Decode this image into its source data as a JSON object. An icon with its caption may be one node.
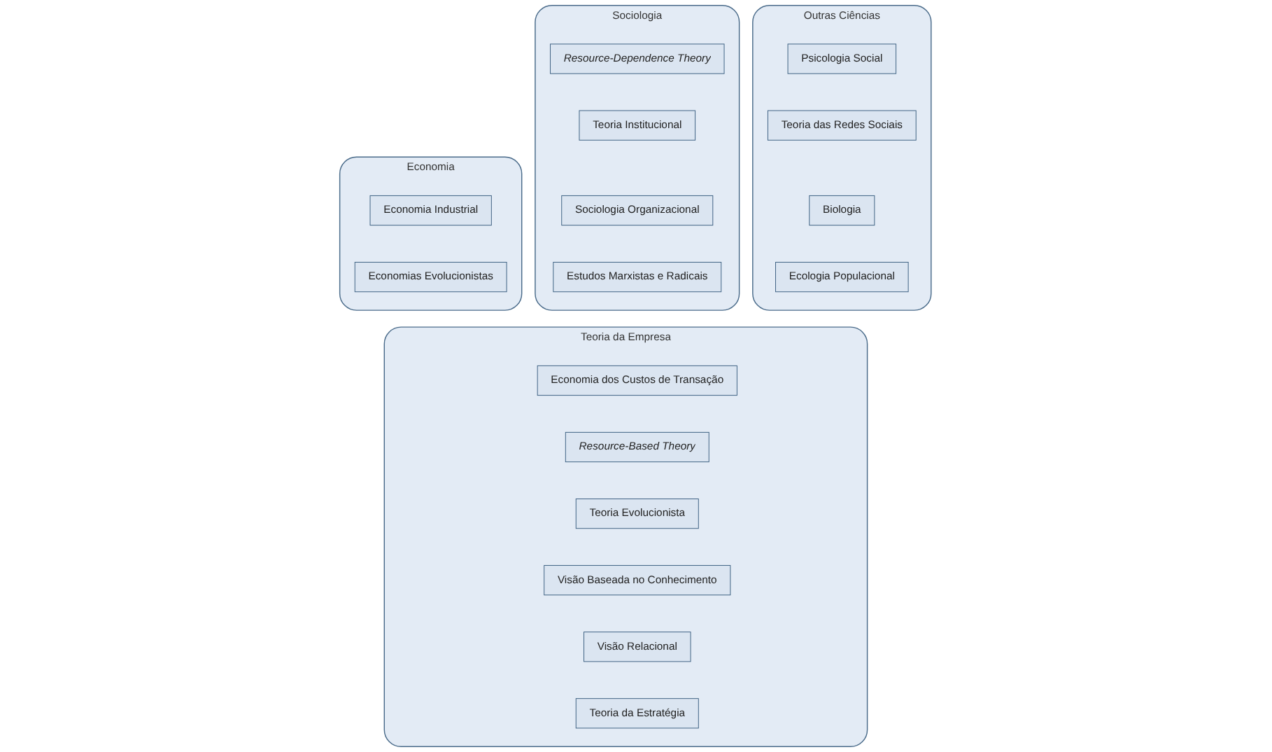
{
  "diagram": {
    "nodes": [
      {
        "text": [
          "Economia"
        ]
      },
      {
        "text": [
          "Economia Industrial"
        ],
        "in": 0
      },
      {
        "text": [
          "Economias Evolucionistas"
        ],
        "in": 0
      },
      {
        "text": [
          "Sociologia"
        ]
      },
      {
        "text": [
          "Resource-Dependence Theory"
        ],
        "in": 3
      },
      {
        "text": [
          "Teoria Institucional"
        ],
        "in": 3
      },
      {
        "text": [
          "Sociologia Organizacional"
        ],
        "in": 3
      },
      {
        "text": [
          "Estudos Marxistas e Radicais"
        ],
        "in": 3
      },
      {
        "text": [
          "Outras Ciências"
        ]
      },
      {
        "text": [
          "Psicologia Social"
        ],
        "in": 8
      },
      {
        "text": [
          "Teoria das Redes Sociais"
        ],
        "in": 8
      },
      {
        "text": [
          "Biologia"
        ],
        "in": 8
      },
      {
        "text": [
          "Ecologia Populacional"
        ],
        "in": 8
      },
      {
        "text": [
          "Teoria da Empresa"
        ]
      },
      {
        "text": [
          "Economia dos Custos de Transação"
        ],
        "in": 13
      },
      {
        "text": [
          "Resource-Based Theory"
        ],
        "in": 13
      },
      {
        "text": [
          "Teoria Evolucionista"
        ],
        "in": 13
      },
      {
        "text": [
          "Visão Baseada no Conhecimento"
        ],
        "in": 13
      },
      {
        "text": [
          "Visão Relacional"
        ],
        "in": 13
      },
      {
        "text": [
          "Teoria da Estratégia"
        ],
        "in": 13
      }
    ],
    "edges": []
  }
}
